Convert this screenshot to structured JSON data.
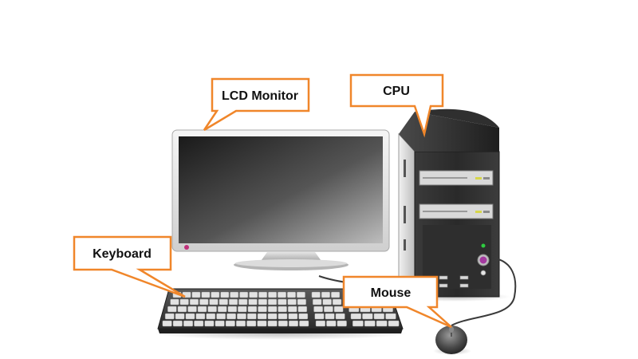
{
  "labels": {
    "monitor": "LCD Monitor",
    "cpu": "CPU",
    "keyboard": "Keyboard",
    "mouse": "Mouse"
  },
  "colors": {
    "callout_border": "#f0862a",
    "callout_fill": "#ffffff",
    "label_text": "#111111",
    "case_body": "#2a2a2a",
    "monitor_bezel": "#e9e9e9"
  },
  "icons": {
    "monitor": "lcd-monitor-icon",
    "cpu": "cpu-tower-icon",
    "keyboard": "keyboard-icon",
    "mouse": "mouse-icon"
  }
}
